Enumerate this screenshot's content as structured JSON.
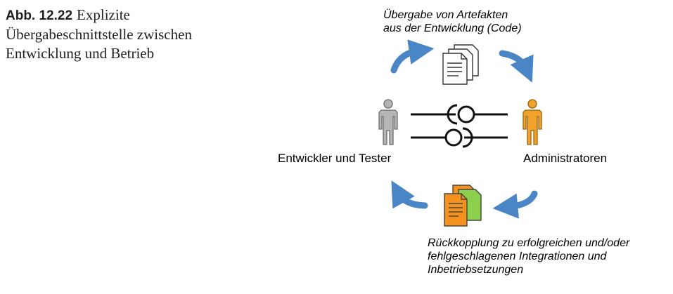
{
  "caption": {
    "label": "Abb. 12.22",
    "text": "Explizite Übergabeschnittstelle zwischen Entwicklung und Betrieb"
  },
  "diagram": {
    "handover_top": [
      "Übergabe von Artefakten",
      "aus der Entwicklung (Code)"
    ],
    "left_actor": "Entwickler und Tester",
    "right_actor": "Administratoren",
    "feedback_bottom": [
      "Rückkopplung zu erfolgreichen und/oder",
      "fehlgeschlagenen Integrationen und",
      "Inbetriebsetzungen"
    ],
    "colors": {
      "arrow": "#4a86c6",
      "developer": "#b5b5b5",
      "administrator": "#f0a22a",
      "doc_orange": "#f5921e",
      "doc_green": "#8ccf4d"
    }
  }
}
